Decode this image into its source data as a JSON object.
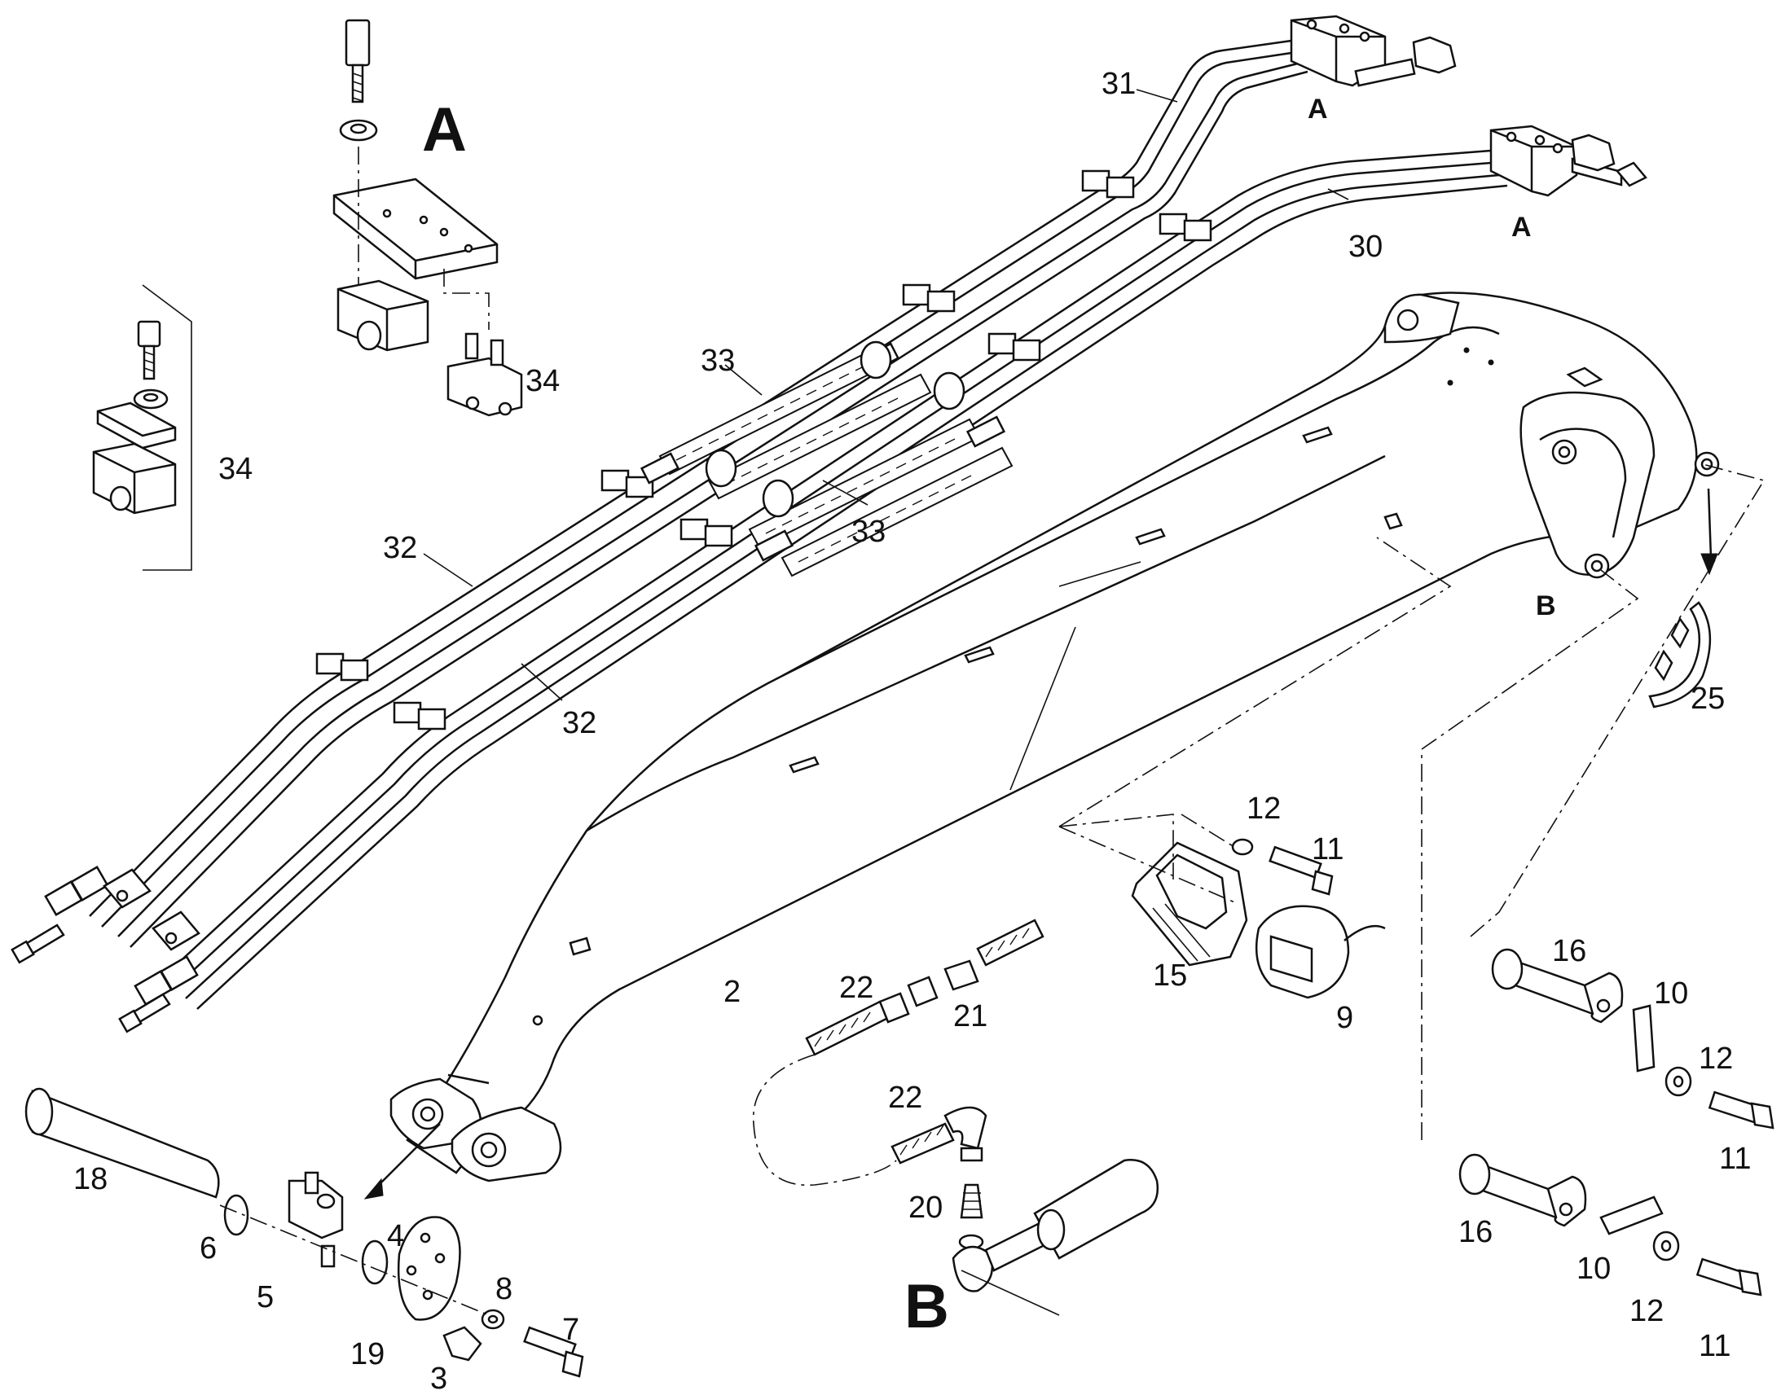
{
  "view_labels": {
    "detail_a_main": "A",
    "detail_a_pipe_31": "A",
    "detail_a_pipe_30": "A",
    "detail_b_main": "B",
    "detail_b_boom": "B"
  },
  "callouts": {
    "p31": "31",
    "p30": "30",
    "p34_top": "34",
    "p34_left": "34",
    "p33_top": "33",
    "p33_mid": "33",
    "p32_top": "32",
    "p32_bot": "32",
    "p25": "25",
    "p12_a": "12",
    "p11_a": "11",
    "p15": "15",
    "p9": "9",
    "p2": "2",
    "p22_a": "22",
    "p21": "21",
    "p22_b": "22",
    "p20": "20",
    "p16_a": "16",
    "p10_a": "10",
    "p12_b": "12",
    "p11_b": "11",
    "p16_b": "16",
    "p10_b": "10",
    "p12_c": "12",
    "p11_c": "11",
    "p18": "18",
    "p6": "6",
    "p4": "4",
    "p5": "5",
    "p8": "8",
    "p7": "7",
    "p19": "19",
    "p3": "3"
  }
}
